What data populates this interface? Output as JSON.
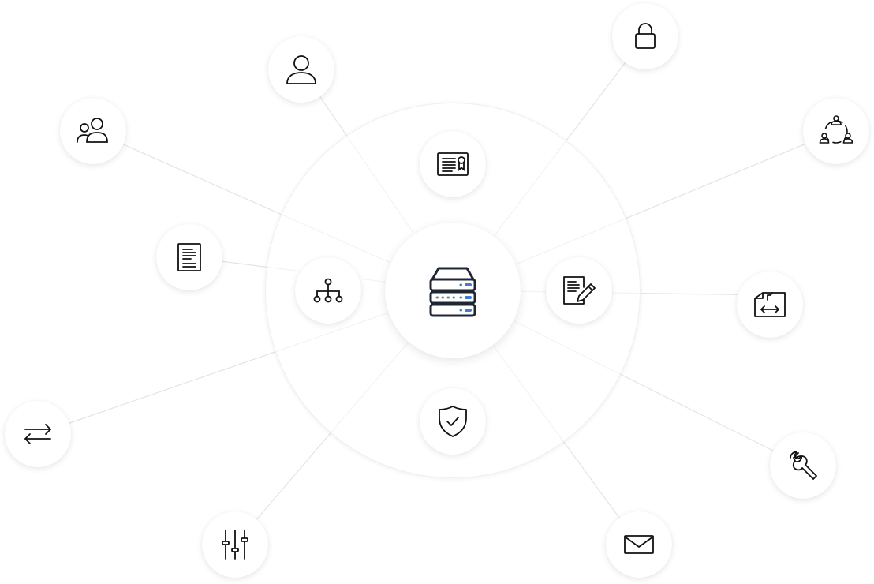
{
  "colors": {
    "stroke": "#1f2733",
    "accent": "#3b7dd8",
    "link": "#e6e6e6",
    "ring_fill": "#ffffff",
    "ring_border": "#ececec"
  },
  "hub": {
    "icon": "server-stack-icon"
  },
  "nodes": [
    {
      "id": "user",
      "icon": "user-icon"
    },
    {
      "id": "users-group",
      "icon": "users-group-icon"
    },
    {
      "id": "lock",
      "icon": "lock-icon"
    },
    {
      "id": "network-hub",
      "icon": "network-circle-icon"
    },
    {
      "id": "certificate",
      "icon": "certificate-icon"
    },
    {
      "id": "document",
      "icon": "document-icon"
    },
    {
      "id": "hierarchy",
      "icon": "hierarchy-icon"
    },
    {
      "id": "edit-document",
      "icon": "edit-document-icon"
    },
    {
      "id": "file-transfer",
      "icon": "file-transfer-icon"
    },
    {
      "id": "shield",
      "icon": "shield-check-icon"
    },
    {
      "id": "arrows",
      "icon": "arrows-exchange-icon"
    },
    {
      "id": "wrench",
      "icon": "wrench-icon"
    },
    {
      "id": "sliders",
      "icon": "sliders-icon"
    },
    {
      "id": "mail",
      "icon": "mail-icon"
    }
  ]
}
